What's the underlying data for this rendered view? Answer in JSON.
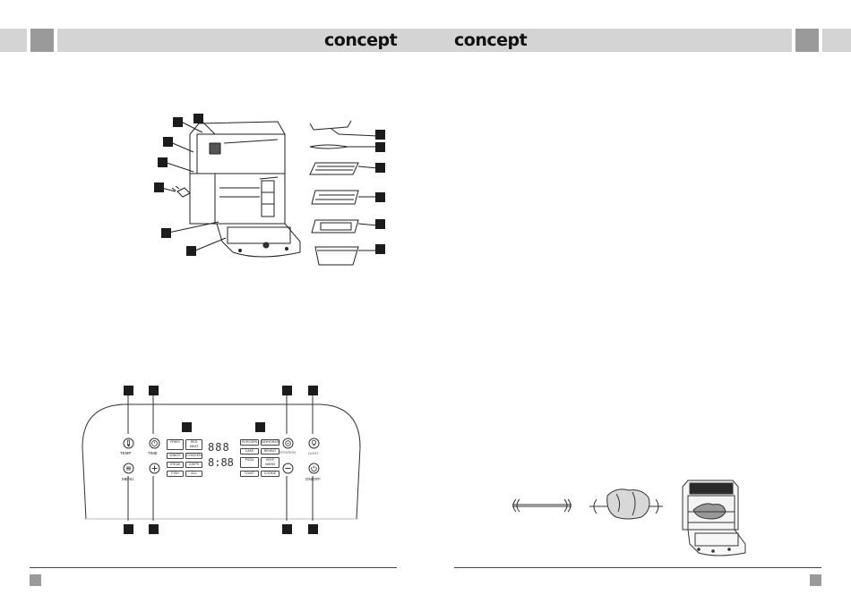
{
  "header": {
    "brand_left": "concept",
    "brand_right": "concept"
  },
  "control_panel": {
    "left_labels": {
      "temp": "TEMP",
      "time": "TIME",
      "menu": "MENU"
    },
    "right_labels": {
      "rotation": "ROTATION",
      "light": "LIGHT",
      "on_off": "ON/OFF"
    },
    "menu_left": [
      [
        "FRIES",
        "RED MEAT"
      ],
      [
        "WINGS",
        "CHICKEN"
      ],
      [
        "STEAK",
        "CHIPS"
      ],
      [
        "FISH",
        "ALL"
      ]
    ],
    "menu_right": [
      [
        "POPCORN",
        "DEHYDRATE"
      ],
      [
        "CAKE",
        "REHEAT"
      ],
      [
        "PIZZA",
        "KEEP WARM"
      ],
      [
        "TOAST",
        "COOKIE"
      ]
    ],
    "display_digits": [
      "888",
      "8:88"
    ]
  },
  "icons": {
    "temp": "thermometer-icon",
    "time": "clock-icon",
    "menu": "menu-icon",
    "plus": "plus-icon",
    "minus": "minus-icon",
    "rotation": "rotation-icon",
    "light": "light-bulb-icon",
    "power": "power-icon"
  }
}
